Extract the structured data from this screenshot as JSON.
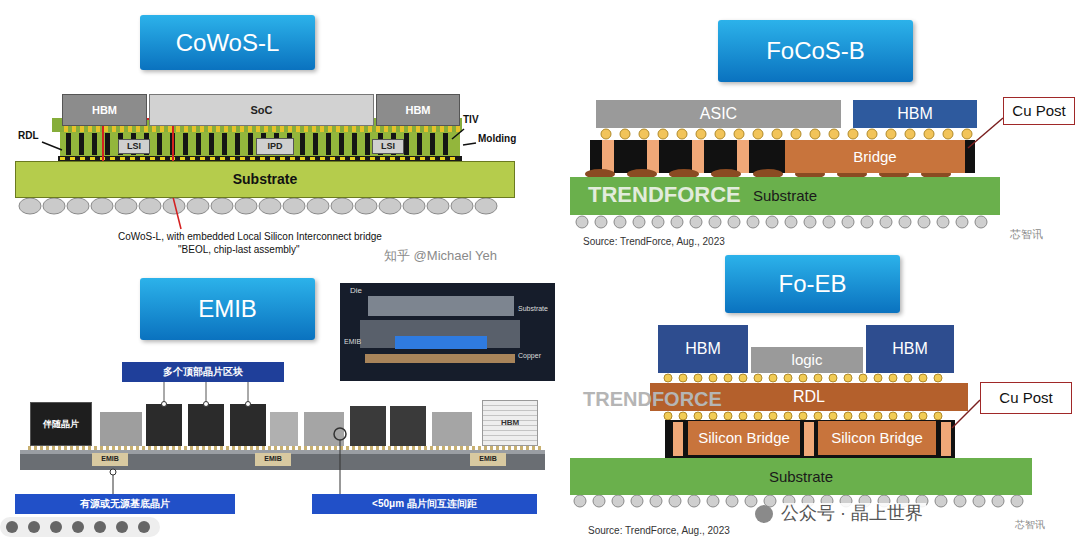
{
  "diagram": {
    "nodes": [
      {
        "text": [
          "CoWoS-L"
        ]
      },
      {
        "text": [
          "HBM"
        ]
      },
      {
        "text": [
          "SoC"
        ]
      },
      {
        "text": [
          "HBM"
        ]
      },
      {
        "text": [
          "LSI"
        ]
      },
      {
        "text": [
          "IPD"
        ]
      },
      {
        "text": [
          "LSI"
        ]
      },
      {
        "text": [
          "Substrate"
        ]
      },
      {
        "text": [
          "FoCoS-B"
        ]
      },
      {
        "text": [
          "ASIC"
        ]
      },
      {
        "text": [
          "HBM"
        ]
      },
      {
        "text": [
          "Bridge"
        ]
      },
      {
        "text": [
          "Cu Post"
        ]
      },
      {
        "text": [
          "Substrate"
        ]
      },
      {
        "text": [
          "EMIB"
        ]
      },
      {
        "text": [
          "多个顶部晶片区块"
        ]
      },
      {
        "text": [
          "伴随晶片"
        ]
      },
      {
        "text": [
          "EMIB"
        ]
      },
      {
        "text": [
          "EMIB"
        ]
      },
      {
        "text": [
          "EMIB"
        ]
      },
      {
        "text": [
          "HBM"
        ]
      },
      {
        "text": [
          "有源或无源基底晶片"
        ]
      },
      {
        "text": [
          "<50μm 晶片间互连间距"
        ]
      },
      {
        "text": [
          "Fo-EB"
        ]
      },
      {
        "text": [
          "HBM"
        ]
      },
      {
        "text": [
          "logic"
        ]
      },
      {
        "text": [
          "HBM"
        ]
      },
      {
        "text": [
          "RDL"
        ]
      },
      {
        "text": [
          "Cu Post"
        ]
      },
      {
        "text": [
          "Silicon Bridge"
        ]
      },
      {
        "text": [
          "Silicon Bridge"
        ]
      },
      {
        "text": [
          "Substrate"
        ]
      }
    ],
    "labels": [
      "RDL",
      "TIV",
      "Molding",
      "CoWoS-L, with embedded Local Silicon Interconnect bridge",
      "\"BEOL, chip-last assembly\"",
      "知乎 @Michael Yeh",
      "TRENDFORCE",
      "Source: TrendForce, Aug., 2023",
      "芯智讯",
      "Die",
      "Substrate",
      "EMIB",
      "Copper",
      "TRENDFORCE",
      "公众号 · 晶上世界",
      "Source: TrendForce, Aug., 2023",
      "芯智讯"
    ]
  }
}
